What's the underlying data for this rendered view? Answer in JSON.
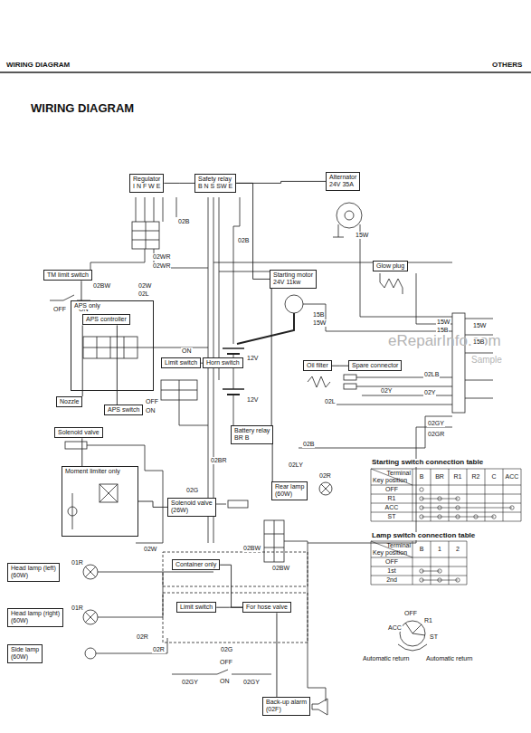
{
  "diagram": {
    "title": "WIRING DIAGRAM",
    "nodes": [
      {
        "text": [
          "Regulator",
          "I N F W E"
        ]
      },
      {
        "text": [
          "Safety relay",
          "B N S SW E"
        ]
      },
      {
        "text": [
          "Alternator",
          "24V 35A"
        ]
      },
      {
        "text": [
          "TM limit switch"
        ]
      },
      {
        "text": [
          "Glow plug"
        ]
      },
      {
        "text": [
          "Starting motor",
          "24V 11kw"
        ]
      },
      {
        "text": [
          "APS only"
        ]
      },
      {
        "text": [
          "APS controller"
        ],
        "in": 6
      },
      {
        "text": [
          "Limit switch"
        ]
      },
      {
        "text": [
          "Horn switch"
        ]
      },
      {
        "text": [
          "Oil filter"
        ]
      },
      {
        "text": [
          "Spare connector"
        ]
      },
      {
        "text": [
          "Nozzle"
        ]
      },
      {
        "text": [
          "APS switch"
        ]
      },
      {
        "text": [
          "Solenoid valve"
        ]
      },
      {
        "text": [
          "Battery relay",
          "BR B"
        ]
      },
      {
        "text": [
          "Moment limiter only"
        ]
      },
      {
        "text": [
          "Solenoid valve",
          "(26W)"
        ]
      },
      {
        "text": [
          "Rear lamp",
          "(60W)"
        ]
      },
      {
        "text": [
          "Head lamp (left)",
          "(60W)"
        ]
      },
      {
        "text": [
          "Head lamp (right)",
          "(60W)"
        ]
      },
      {
        "text": [
          "Side lamp",
          "(60W)"
        ]
      },
      {
        "text": [
          "Container only"
        ]
      },
      {
        "text": [
          "Limit switch"
        ]
      },
      {
        "text": [
          "For hose valve"
        ]
      },
      {
        "text": [
          "Back-up alarm",
          "(02F)"
        ]
      }
    ],
    "edges": [
      {
        "from": 0,
        "to": 1,
        "arrow": "none"
      },
      {
        "from": 2,
        "to": 1,
        "arrow": "none"
      },
      {
        "from": 1,
        "to": 5,
        "arrow": "none"
      },
      {
        "from": 5,
        "to": 15,
        "arrow": "none"
      },
      {
        "from": 3,
        "to": 6,
        "arrow": "none"
      },
      {
        "from": 12,
        "to": 7,
        "arrow": "none"
      },
      {
        "from": 13,
        "to": 7,
        "arrow": "none"
      },
      {
        "from": 8,
        "to": 9,
        "arrow": "none"
      },
      {
        "from": 15,
        "to": 18,
        "arrow": "none"
      },
      {
        "from": 16,
        "to": 17,
        "arrow": "none"
      },
      {
        "from": 22,
        "to": 24,
        "arrow": "none"
      },
      {
        "from": 23,
        "to": 24,
        "arrow": "none"
      },
      {
        "from": 24,
        "to": 25,
        "arrow": "none"
      },
      {
        "from": 14,
        "to": 16,
        "arrow": "none"
      },
      {
        "from": 10,
        "to": 11,
        "arrow": "none"
      }
    ],
    "labels": [
      "WIRING DIAGRAM",
      "OTHERS",
      "eRepairInfo.com",
      "Sample",
      "02B",
      "02WR",
      "02WR",
      "02BW",
      "02W",
      "02L",
      "02B",
      "15W",
      "15B",
      "15W",
      "15W",
      "15B",
      "15W",
      "15B",
      "02LB",
      "02Y",
      "02GY",
      "02GR",
      "02L",
      "02Y",
      "12V",
      "12V",
      "02B",
      "02LY",
      "02R",
      "02BR",
      "02G",
      "02W",
      "01R",
      "01R",
      "02R",
      "02BW",
      "02BW",
      "02R",
      "02G",
      "02GY",
      "02GY",
      "OFF",
      "ON",
      "OFF",
      "ON",
      "ON",
      "OFF",
      "ON",
      "Starting switch connection table",
      "Terminal",
      "Key position",
      "B",
      "BR",
      "R1",
      "R2",
      "C",
      "ACC",
      "OFF",
      "R1",
      "ACC",
      "ST",
      "Lamp switch connection table",
      "Terminal",
      "Key position",
      "B",
      "1",
      "2",
      "OFF",
      "1st",
      "2nd",
      "OFF",
      "R1",
      "ACC",
      "ST",
      "Automatic return",
      "Automatic return"
    ]
  }
}
